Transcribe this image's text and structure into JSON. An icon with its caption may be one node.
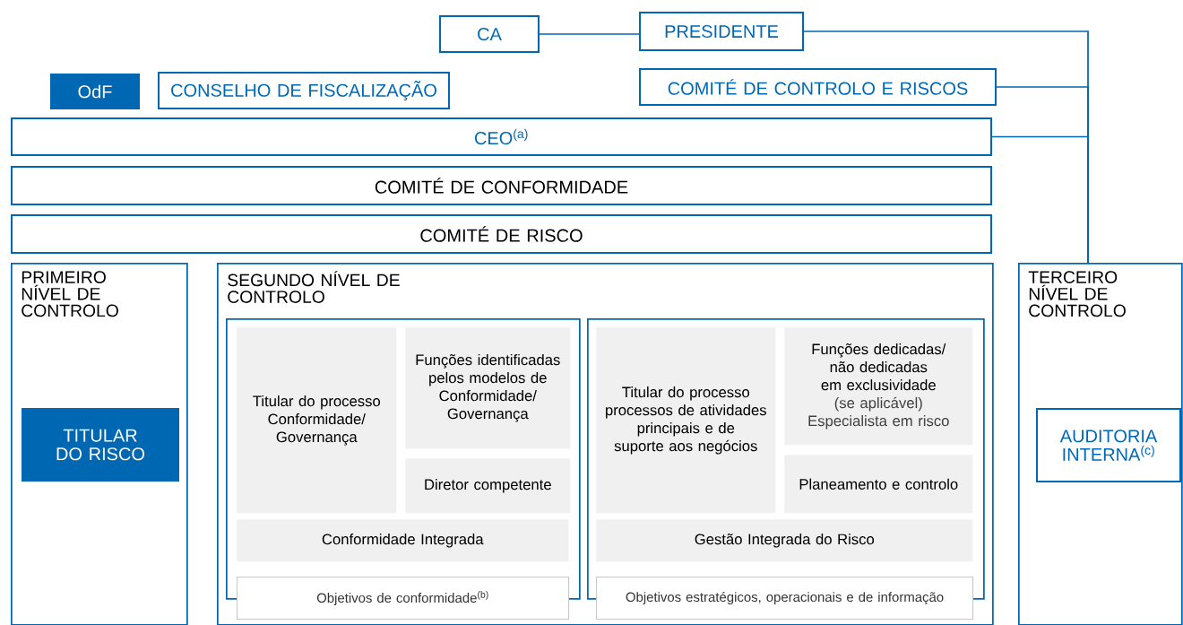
{
  "diagram": {
    "nodes": [
      {
        "text": [
          "CA"
        ]
      },
      {
        "text": [
          "PRESIDENTE"
        ]
      },
      {
        "text": [
          "OdF"
        ]
      },
      {
        "text": [
          "CONSELHO DE FISCALIZAÇÃO"
        ]
      },
      {
        "text": [
          "COMITÉ DE CONTROLO E RISCOS"
        ]
      },
      {
        "text": [
          "CEO$^{(a)}$"
        ]
      },
      {
        "text": [
          "COMITÉ DE CONFORMIDADE"
        ]
      },
      {
        "text": [
          "COMITÉ DE RISCO"
        ]
      },
      {
        "text": [
          "PRIMEIRO NÍVEL DE CONTROLO"
        ]
      },
      {
        "text": [
          "TITULAR DO RISCO"
        ],
        "in": 8
      },
      {
        "text": [
          "SEGUNDO NÍVEL DE CONTROLO"
        ]
      },
      {
        "text": [],
        "shape": "box",
        "in": 10
      },
      {
        "text": [
          "Titular do processo Conformidade/ Governança"
        ],
        "in": 11
      },
      {
        "text": [
          "Funções identificadas pelos modelos de Conformidade/ Governança"
        ],
        "in": 11
      },
      {
        "text": [
          "Diretor competente"
        ],
        "in": 11
      },
      {
        "text": [
          "Conformidade Integrada"
        ],
        "in": 11
      },
      {
        "text": [
          "Objetivos de conformidade$^{(b)}$"
        ],
        "in": 10
      },
      {
        "text": [],
        "shape": "box",
        "in": 10
      },
      {
        "text": [
          "Titular do processo processos de atividades principais e de suporte aos negócios"
        ],
        "in": 17
      },
      {
        "text": [
          "Funções dedicadas/ não dedicadas em exclusividade",
          "(se aplicável) Especialista em risco"
        ],
        "in": 17
      },
      {
        "text": [
          "Planeamento e controlo"
        ],
        "in": 17
      },
      {
        "text": [
          "Gestão Integrada do Risco"
        ],
        "in": 17
      },
      {
        "text": [
          "Objetivos estratégicos, operacionais e de informação"
        ],
        "in": 10
      },
      {
        "text": [
          "TERCEIRO NÍVEL DE CONTROLO"
        ]
      },
      {
        "text": [
          "AUDITORIA INTERNA$^{(c)}$"
        ],
        "in": 23
      }
    ],
    "edges": [
      {
        "from": 0,
        "to": 1,
        "arrow": "none"
      },
      {
        "from": 1,
        "to": 23,
        "arrow": "none"
      },
      {
        "from": 4,
        "to": 23,
        "arrow": "none"
      },
      {
        "from": 5,
        "to": 23,
        "arrow": "none"
      }
    ]
  }
}
